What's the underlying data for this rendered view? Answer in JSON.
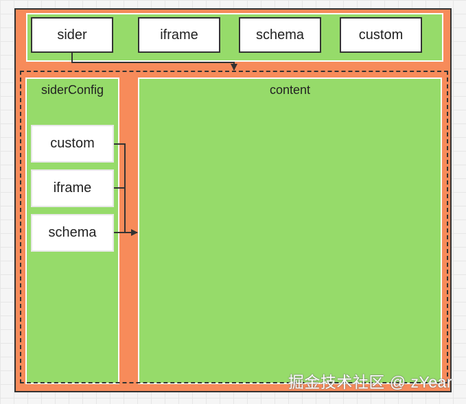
{
  "top_tabs": [
    "sider",
    "iframe",
    "schema",
    "custom"
  ],
  "sider_config": {
    "label": "siderConfig",
    "items": [
      "custom",
      "iframe",
      "schema"
    ]
  },
  "content": {
    "label": "content"
  },
  "watermark": "掘金技术社区 @ zYear",
  "colors": {
    "frame": "#f78b5a",
    "panel": "#96db6a",
    "box": "#ffffff",
    "stroke": "#333333"
  }
}
